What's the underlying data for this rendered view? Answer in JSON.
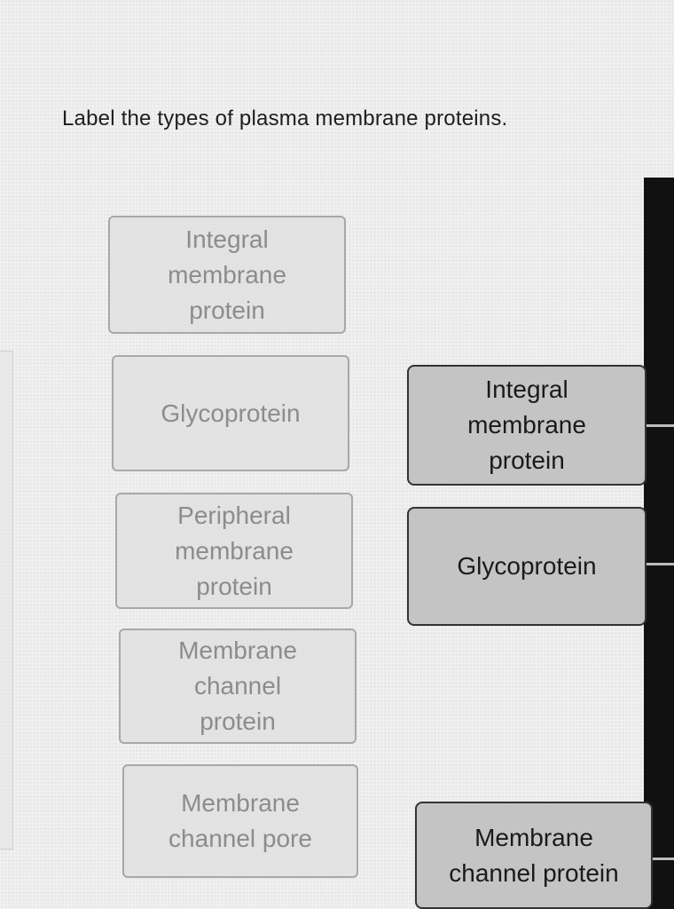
{
  "question": "Label the types of plasma membrane proteins.",
  "word_bank": [
    "Integral\nmembrane\nprotein",
    "Glycoprotein",
    "Peripheral\nmembrane\nprotein",
    "Membrane\nchannel\nprotein",
    "Membrane\nchannel pore"
  ],
  "placed_labels": [
    "Integral\nmembrane\nprotein",
    "Glycoprotein",
    "Membrane\nchannel protein"
  ]
}
